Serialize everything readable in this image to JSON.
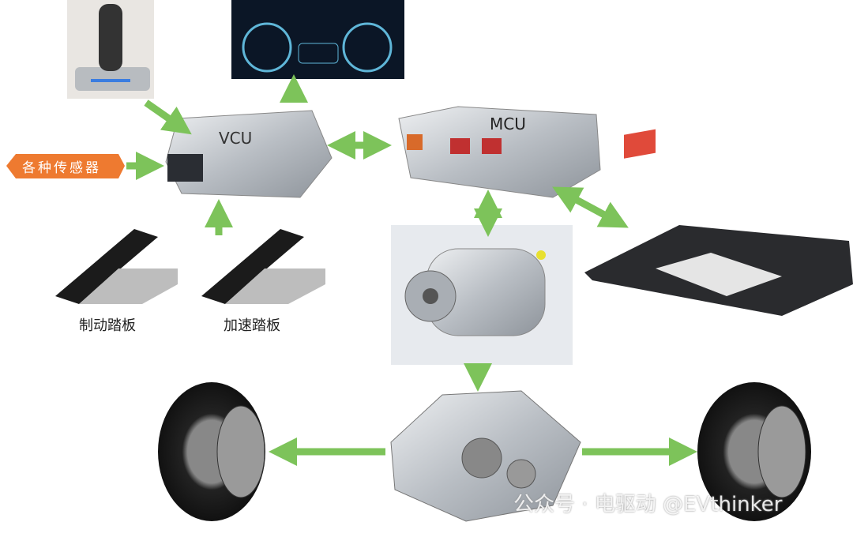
{
  "title": "",
  "nodes": {
    "vcu": "VCU",
    "mcu": "MCU",
    "sensors": "各种传感器",
    "brake_pedal": "制动踏板",
    "accel_pedal": "加速踏板"
  },
  "images": [
    "gear-shifter",
    "instrument-cluster",
    "vcu-controller",
    "mcu-controller",
    "brake-pedal",
    "accelerator-pedal",
    "drive-motor",
    "battery-pack",
    "reducer-gearbox",
    "left-tire",
    "right-tire"
  ],
  "watermark": "公众号 · 电驱动 @EVthinker",
  "colors": {
    "arrow": "#7dc35a",
    "sensor_tag": "#ee7a30",
    "dashboard": "#0b1626"
  }
}
